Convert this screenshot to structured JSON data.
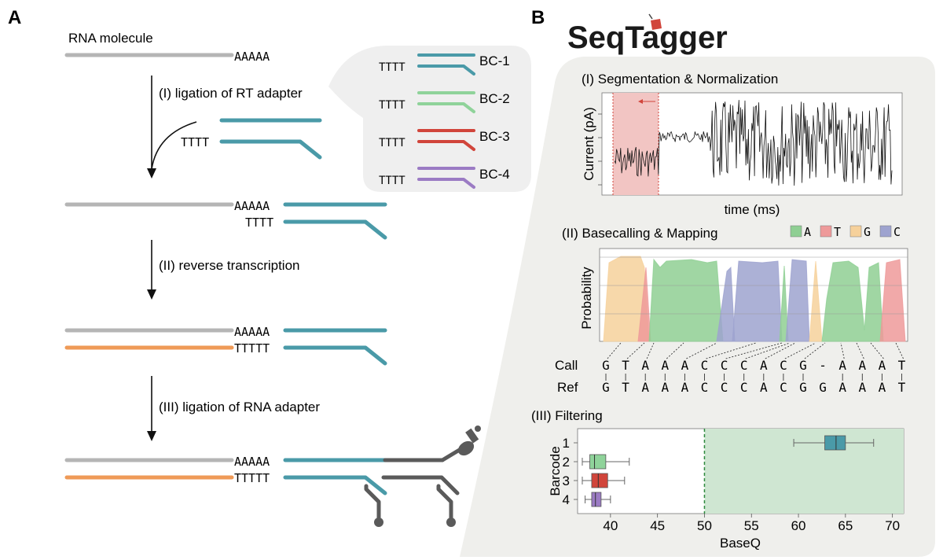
{
  "panel_a": {
    "label": "A",
    "rna_molecule_label": "RNA molecule",
    "polyA": "AAAAA",
    "polyT4": "TTTT",
    "polyT5": "TTTTT",
    "steps": [
      {
        "label": "(I) ligation of RT adapter"
      },
      {
        "label": "(II) reverse transcription"
      },
      {
        "label": "(III) ligation of RNA adapter"
      }
    ],
    "barcodes": [
      {
        "label": "BC-1",
        "color": "#4a9aa8"
      },
      {
        "label": "BC-2",
        "color": "#8fd39a"
      },
      {
        "label": "BC-3",
        "color": "#d1453b"
      },
      {
        "label": "BC-4",
        "color": "#9b7bc4"
      }
    ],
    "colors": {
      "rna": "#b5b5b5",
      "adapter": "#4a9aa8",
      "cdna": "#ef9a57",
      "motor": "#5a5a5a"
    }
  },
  "panel_b": {
    "label": "B",
    "logo": "SeqTagger",
    "segmentation": {
      "title": "(I) Segmentation & Normalization",
      "ylabel": "Current (pA)",
      "xlabel": "time (ms)",
      "shade_color": "#f2c5c3"
    },
    "basecalling": {
      "title": "(II) Basecalling & Mapping",
      "ylabel": "Probability",
      "legend": [
        {
          "base": "A",
          "color": "#8fcf93"
        },
        {
          "base": "T",
          "color": "#ee9a9a"
        },
        {
          "base": "G",
          "color": "#f6d19b"
        },
        {
          "base": "C",
          "color": "#9ea3cf"
        }
      ],
      "call_label": "Call",
      "ref_label": "Ref",
      "call": [
        "G",
        "T",
        "A",
        "A",
        "A",
        "C",
        "C",
        "C",
        "A",
        "C",
        "G",
        "-",
        "A",
        "A",
        "A",
        "T"
      ],
      "ref": [
        "G",
        "T",
        "A",
        "A",
        "A",
        "C",
        "C",
        "C",
        "A",
        "C",
        "G",
        "G",
        "A",
        "A",
        "A",
        "T"
      ]
    },
    "filtering": {
      "title": "(III) Filtering",
      "ylabel": "Barcode",
      "xlabel": "BaseQ",
      "xticks": [
        "40",
        "45",
        "50",
        "55",
        "60",
        "65",
        "70"
      ],
      "threshold": 50,
      "pass_region_color": "#cfe6d2"
    }
  },
  "chart_data": {
    "type": "box",
    "title": "(III) Filtering",
    "xlabel": "BaseQ",
    "ylabel": "Barcode",
    "xlim": [
      36.5,
      71.2
    ],
    "categories": [
      "1",
      "2",
      "3",
      "4"
    ],
    "threshold": 50,
    "series": [
      {
        "name": "1",
        "whisker_low": 59.5,
        "q1": 62.8,
        "median": 64.0,
        "q3": 65.0,
        "whisker_high": 68.0,
        "color": "#4a9aa8"
      },
      {
        "name": "2",
        "whisker_low": 37.0,
        "q1": 37.8,
        "median": 38.3,
        "q3": 39.5,
        "whisker_high": 42.0,
        "color": "#8fd39a"
      },
      {
        "name": "3",
        "whisker_low": 37.0,
        "q1": 38.0,
        "median": 38.7,
        "q3": 39.7,
        "whisker_high": 41.5,
        "color": "#d1453b"
      },
      {
        "name": "4",
        "whisker_low": 37.3,
        "q1": 38.0,
        "median": 38.4,
        "q3": 39.0,
        "whisker_high": 40.0,
        "color": "#9b7bc4"
      }
    ]
  }
}
